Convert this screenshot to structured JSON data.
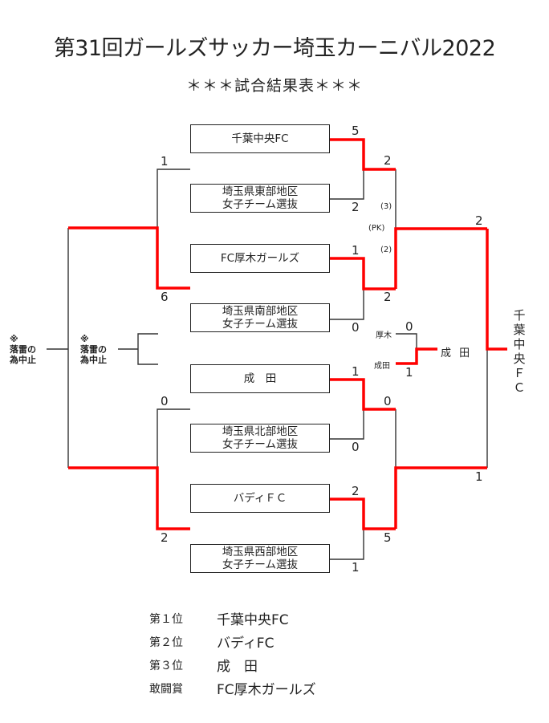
{
  "title": "第31回ガールズサッカー埼玉カーニバル2022",
  "subtitle": "＊＊＊試合結果表＊＊＊",
  "teams": [
    {
      "name": "千葉中央FC"
    },
    {
      "name": "埼玉県東部地区\n女子チーム選抜"
    },
    {
      "name": "FC厚木ガールズ"
    },
    {
      "name": "埼玉県南部地区\n女子チーム選抜"
    },
    {
      "name": "成　田"
    },
    {
      "name": "埼玉県北部地区\n女子チーム選抜"
    },
    {
      "name": "バディＦＣ"
    },
    {
      "name": "埼玉県西部地区\n女子チーム選抜"
    }
  ],
  "colors": {
    "winner_line": "#ff0000",
    "loser_line": "#333333"
  },
  "scores": {
    "r1_m1_top": "5",
    "r1_m1_bottom": "2",
    "r1_m2_top": "1",
    "r1_m2_bottom": "0",
    "r1_m3_top": "1",
    "r1_m3_bottom": "0",
    "r1_m4_top": "2",
    "r1_m4_bottom": "1",
    "sf1_top": "2",
    "sf1_bottom": "2",
    "sf1_pk_top": "(3)",
    "sf1_pk_label": "(PK)",
    "sf1_pk_bottom": "(2)",
    "sf2_top": "0",
    "sf2_bottom": "5",
    "final_top": "2",
    "final_bottom": "1",
    "left_r1_top": "1",
    "left_r1_bottom": "6",
    "left_r2_top": "0",
    "left_r2_bottom": "2"
  },
  "third_place": {
    "team_top": "厚木",
    "score_top": "0",
    "team_bottom": "成田",
    "score_bottom": "1",
    "winner": "成 田"
  },
  "champion_vertical": "千\n葉\n中\n央\nＦ\nＣ",
  "cancel_notes": {
    "outer": "※\n落雷の\n為中止",
    "inner": "※\n落雷の\n為中止"
  },
  "results": [
    {
      "label": "第１位",
      "team": "千葉中央FC"
    },
    {
      "label": "第２位",
      "team": "バディFC"
    },
    {
      "label": "第３位",
      "team": "成　田"
    },
    {
      "label": "敢闘賞",
      "team": "FC厚木ガールズ"
    }
  ]
}
